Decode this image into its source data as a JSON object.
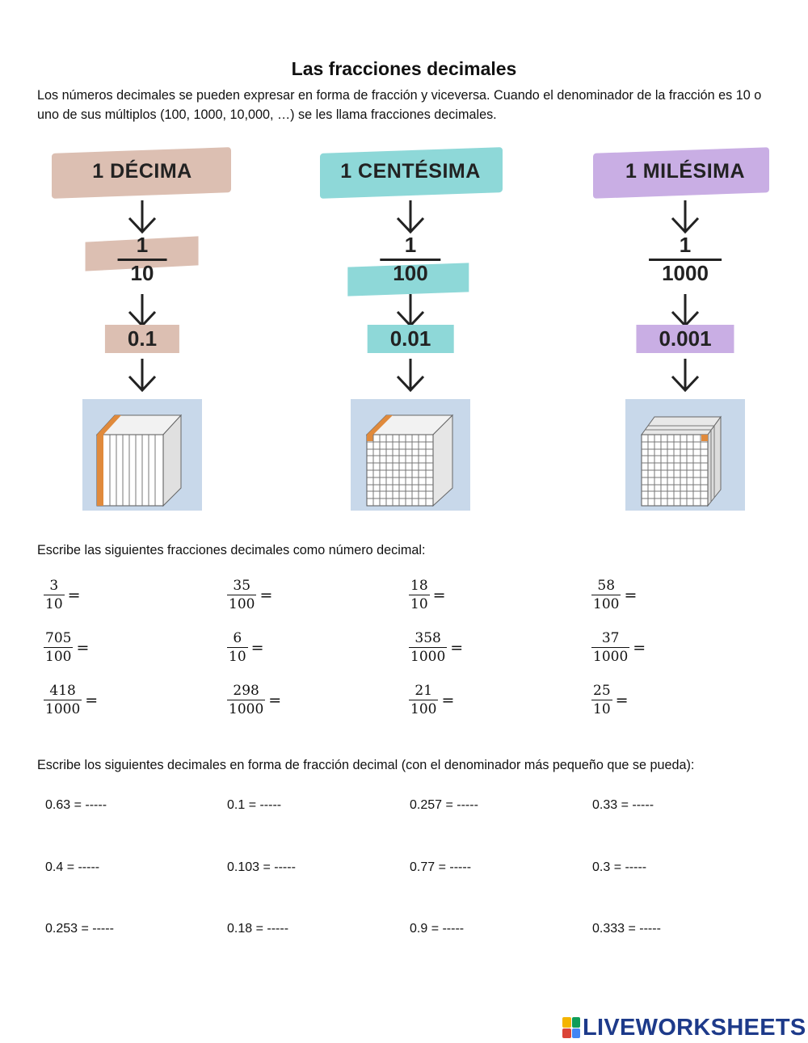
{
  "title": "Las fracciones decimales",
  "intro": "Los números decimales se pueden expresar en forma de fracción y viceversa. Cuando el denominador de la fracción es 10 o uno de sus múltiplos (100, 1000, 10,000, …)  se les llama fracciones decimales.",
  "columns": [
    {
      "label": "1 DÉCIMA",
      "numerator": "1",
      "denominator": "10",
      "decimal": "0.1",
      "color": "#dcbfb2"
    },
    {
      "label": "1 CENTÉSIMA",
      "numerator": "1",
      "denominator": "100",
      "decimal": "0.01",
      "color": "#8ed8d8"
    },
    {
      "label": "1 MILÉSIMA",
      "numerator": "1",
      "denominator": "1000",
      "decimal": "0.001",
      "color": "#c9aee4"
    }
  ],
  "section1": {
    "instruction": "Escribe las siguientes fracciones decimales como número decimal:",
    "equals": "=",
    "fractions": [
      {
        "n": "3",
        "d": "10"
      },
      {
        "n": "35",
        "d": "100"
      },
      {
        "n": "18",
        "d": "10"
      },
      {
        "n": "58",
        "d": "100"
      },
      {
        "n": "705",
        "d": "100"
      },
      {
        "n": "6",
        "d": "10"
      },
      {
        "n": "358",
        "d": "1000"
      },
      {
        "n": "37",
        "d": "1000"
      },
      {
        "n": "418",
        "d": "1000"
      },
      {
        "n": "298",
        "d": "1000"
      },
      {
        "n": "21",
        "d": "100"
      },
      {
        "n": "25",
        "d": "10"
      }
    ]
  },
  "section2": {
    "instruction": "Escribe los siguientes decimales en forma de fracción decimal (con el denominador más pequeño que se pueda):",
    "items": [
      "0.63 = -----",
      "0.1 = -----",
      "0.257 = -----",
      "0.33 = -----",
      "0.4 = -----",
      "0.103 = -----",
      "0.77 = -----",
      "0.3 = -----",
      "0.253 = -----",
      "0.18 = -----",
      "0.9 = -----",
      "0.333 = -----"
    ]
  },
  "logo": {
    "text": "LIVEWORKSHEETS",
    "color": "#1d3a8a"
  }
}
